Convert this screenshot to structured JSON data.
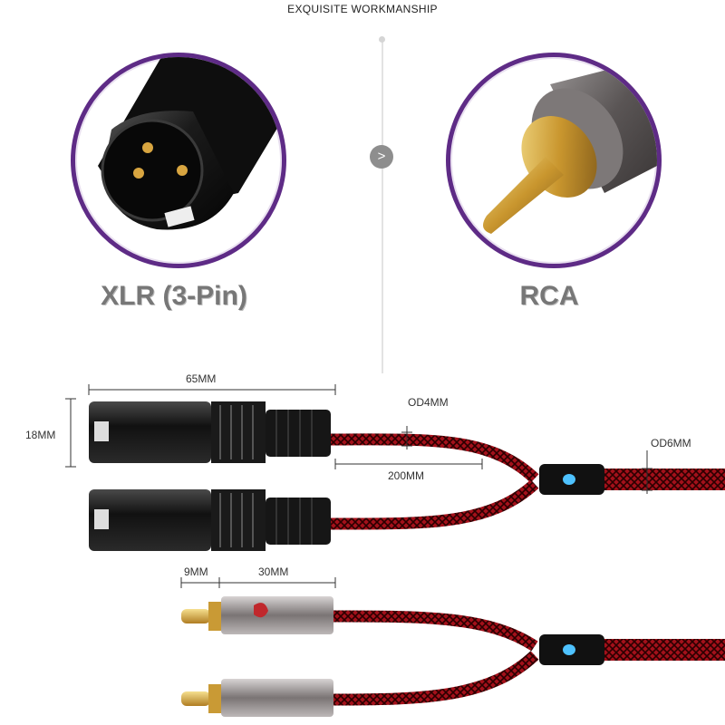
{
  "header": {
    "title": "EXQUISITE WORKMANSHIP"
  },
  "connectors": {
    "left_label": "XLR (3-Pin)",
    "right_label": "RCA"
  },
  "navigation": {
    "arrow": ">"
  },
  "dimensions": {
    "xlr_length": "65MM",
    "xlr_diameter": "18MM",
    "cable_od_thin": "OD4MM",
    "split_length": "200MM",
    "cable_od_main": "OD6MM",
    "rca_tip": "9MM",
    "rca_body": "30MM"
  },
  "colors": {
    "circle_border": "#5e2b86",
    "cable_red": "#b3121b",
    "metal_gold": "#c9a24a"
  }
}
